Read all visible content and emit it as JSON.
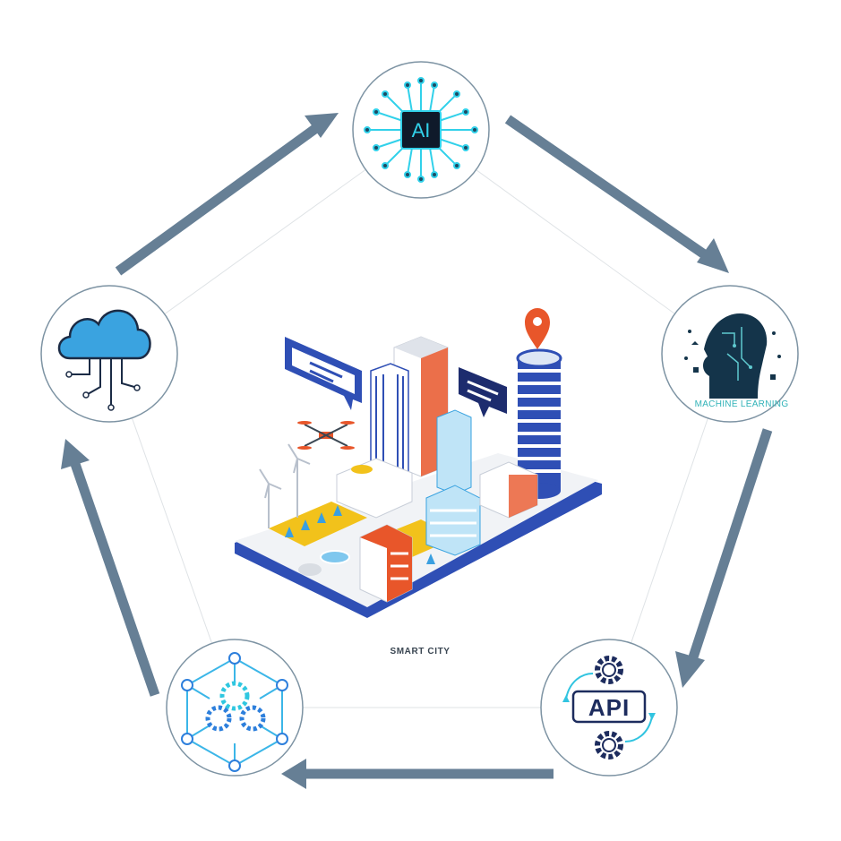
{
  "nodes": {
    "ai": {
      "label": "AI",
      "icon": "ai-chip-icon"
    },
    "machine_learning": {
      "label": "MACHINE LEARNING",
      "icon": "robot-head-icon"
    },
    "api": {
      "label": "API",
      "icon": "api-gears-icon"
    },
    "network": {
      "icon": "gear-network-icon"
    },
    "cloud": {
      "icon": "cloud-computing-icon"
    }
  },
  "center": {
    "caption": "SMART CITY",
    "icon": "isometric-smart-city-illustration"
  },
  "colors": {
    "arrow": "#667f95",
    "ring": "#7d93a3",
    "ai_cyan": "#31d1ea",
    "cloud_blue": "#3aa3e0",
    "api_navy": "#1d2c5e",
    "ml_teal": "#31b3b8"
  }
}
